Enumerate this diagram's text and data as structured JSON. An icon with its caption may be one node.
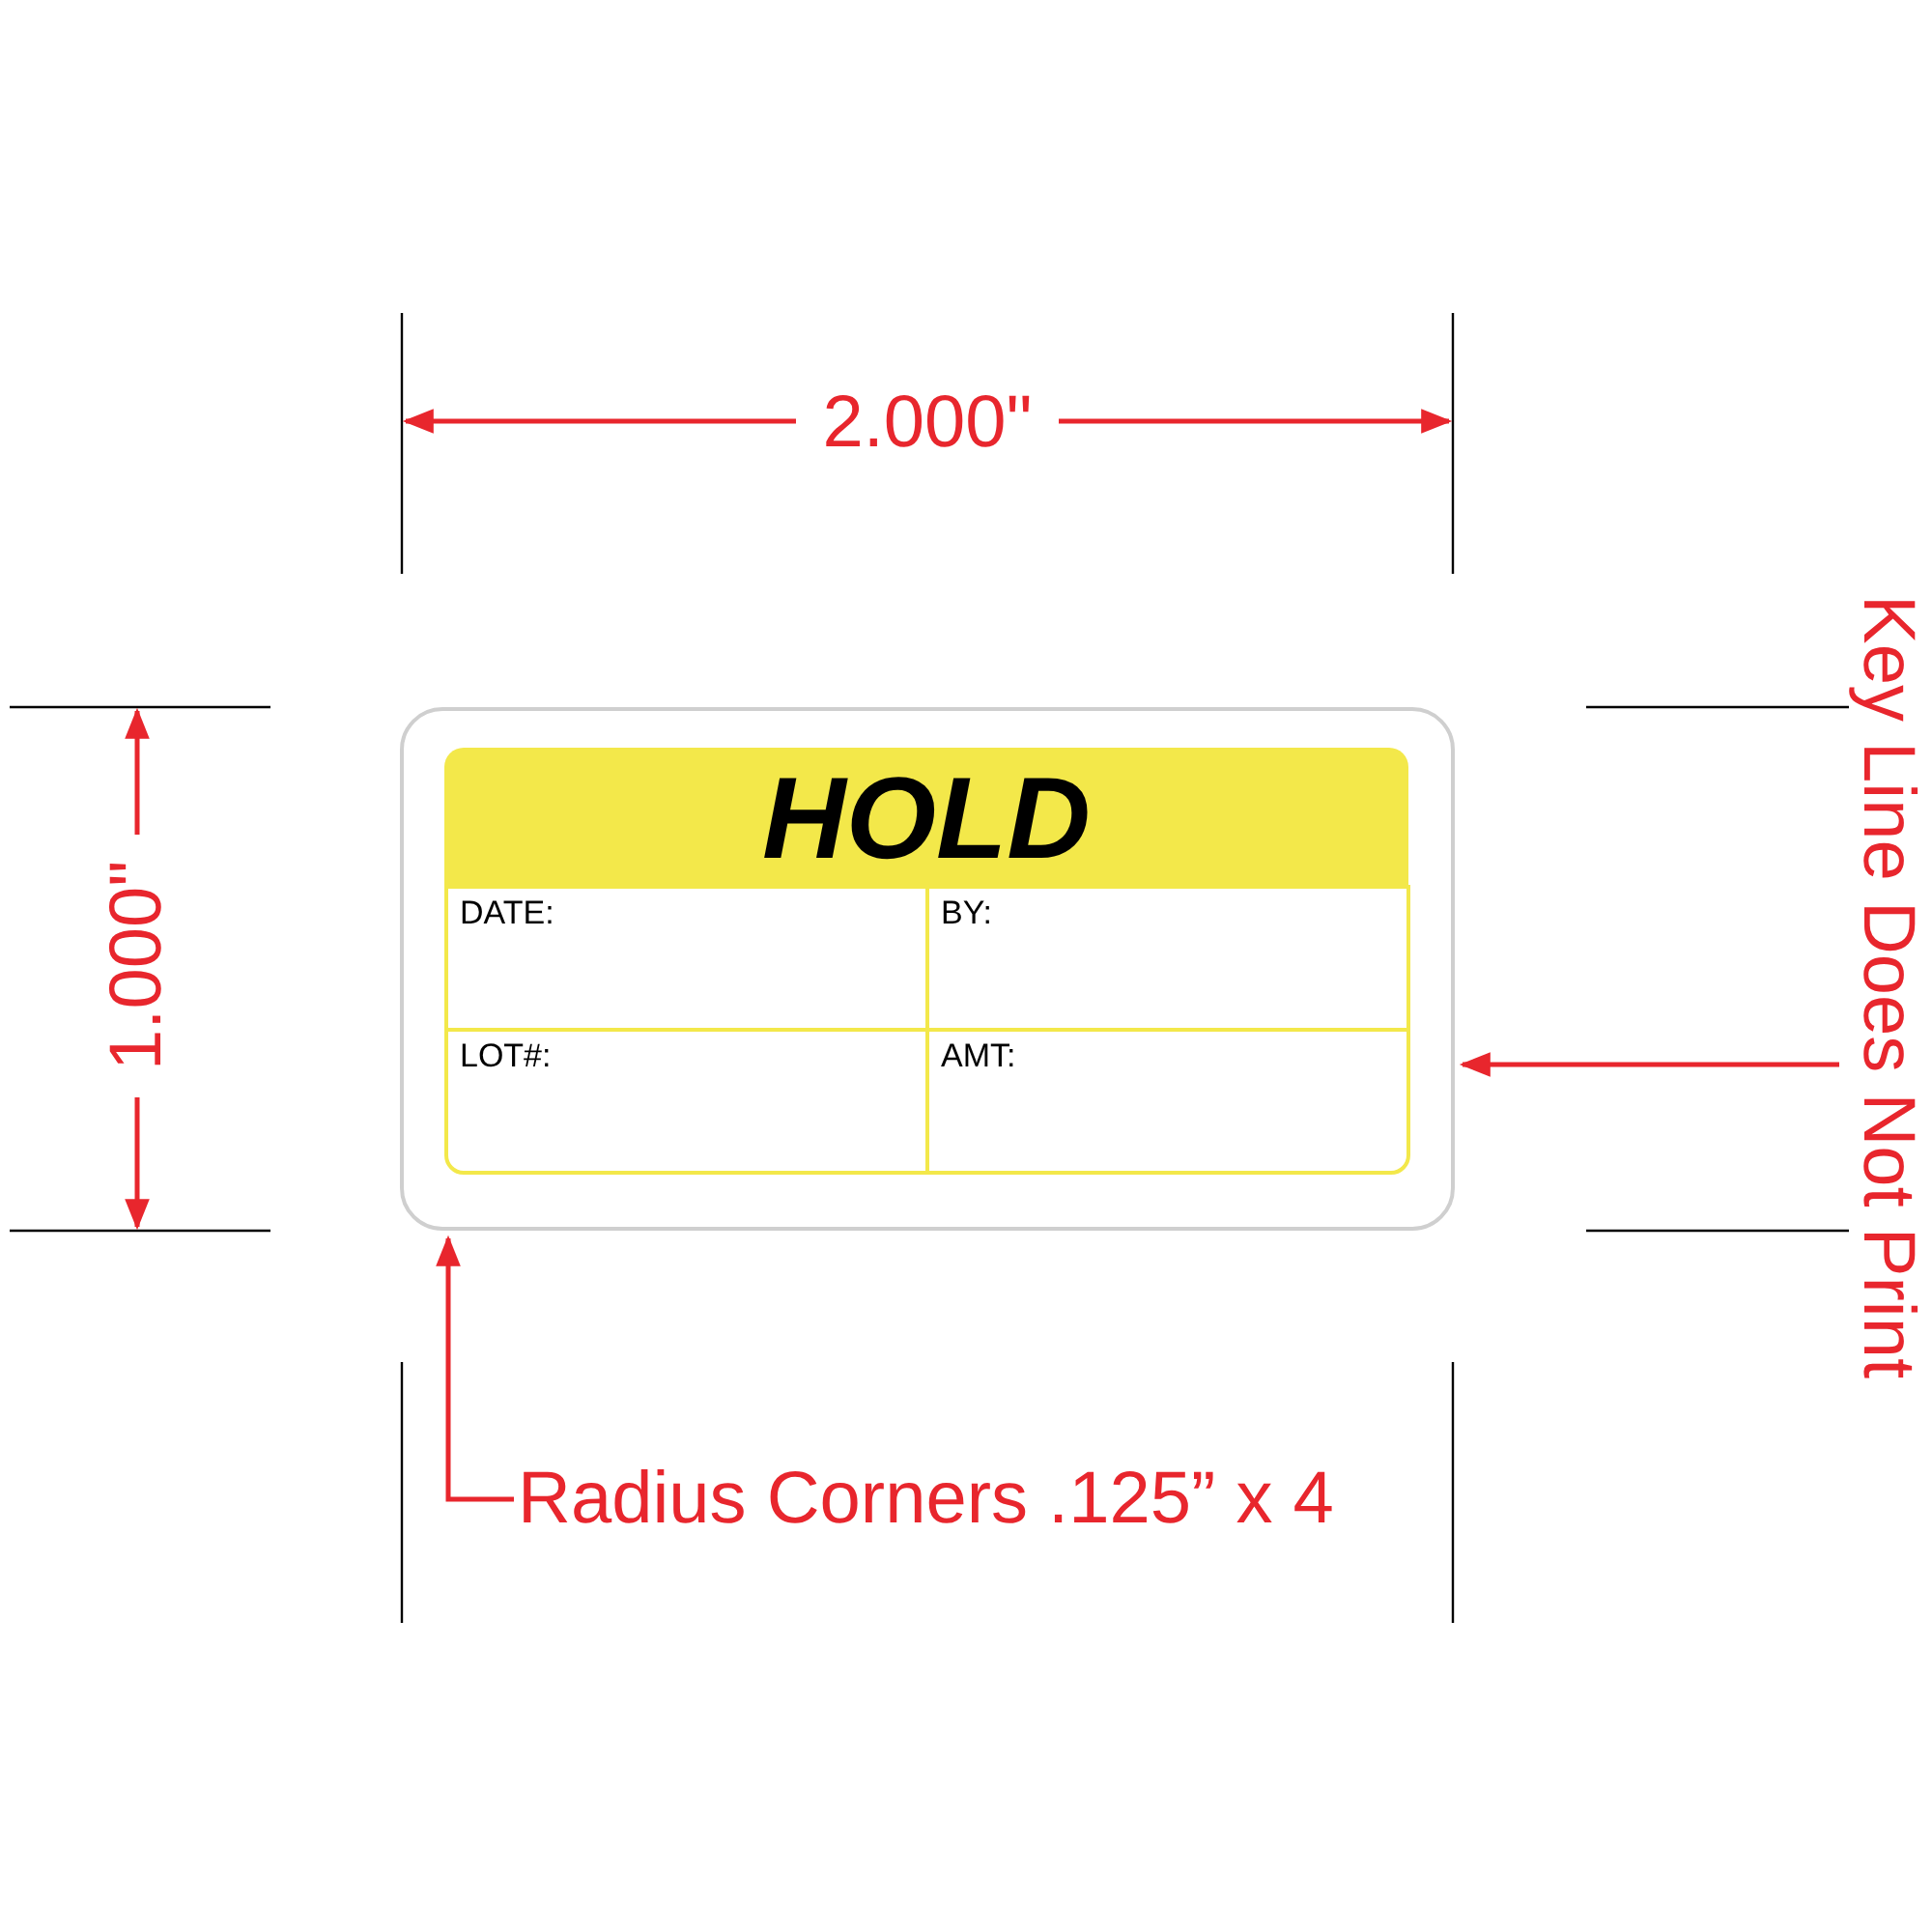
{
  "diagram": {
    "nodes": [
      {
        "text": [],
        "shape": "box"
      },
      {
        "text": [
          "HOLD"
        ],
        "in": 0
      },
      {
        "text": [
          "DATE:"
        ],
        "in": 0
      },
      {
        "text": [
          "BY:"
        ],
        "in": 0
      },
      {
        "text": [
          "LOT#:"
        ],
        "in": 0
      },
      {
        "text": [
          "AMT:"
        ],
        "in": 0
      },
      {
        "text": [
          "Key Line Does Not Print"
        ]
      },
      {
        "text": [
          "Radius Corners .125” x 4"
        ]
      }
    ],
    "edges": [
      {
        "from": 6,
        "to": 0,
        "arrow": "to"
      },
      {
        "from": 7,
        "to": 0,
        "arrow": "to"
      }
    ],
    "labels": [
      "2.000\"",
      "1.000\""
    ]
  }
}
